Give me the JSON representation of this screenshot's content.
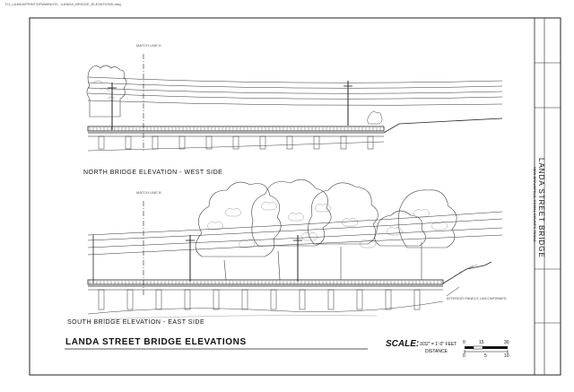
{
  "header": {
    "file_path": "T:\\1_LANDA\\PRINT\\DRAWINGS\\...\\LANDA_BRIDGE_ELEVATIONS.dwg"
  },
  "drawing": {
    "north_elevation_label": "NORTH BRIDGE ELEVATION - WEST SIDE",
    "south_elevation_label": "SOUTH BRIDGE ELEVATION - EAST SIDE",
    "sheet_title": "LANDA STREET BRIDGE ELEVATIONS",
    "match_line_top": "MATCH LINE A",
    "match_line_bottom": "MATCH LINE B",
    "callout_note": "INTERIOR PANELS UNCONFIRMED"
  },
  "scale": {
    "word": "SCALE:",
    "value": "3/32\" = 1'-0\" FEET",
    "distance_label": "DISTANCE",
    "ticks_top": [
      "0",
      "15",
      "30"
    ],
    "ticks_bottom": [
      "0",
      "5",
      "10"
    ]
  },
  "title_block": {
    "bridge_name": "LANDA STREET BRIDGE",
    "location": "NEW BRAUNFELS, COMAL COUNTY, TEXAS"
  }
}
